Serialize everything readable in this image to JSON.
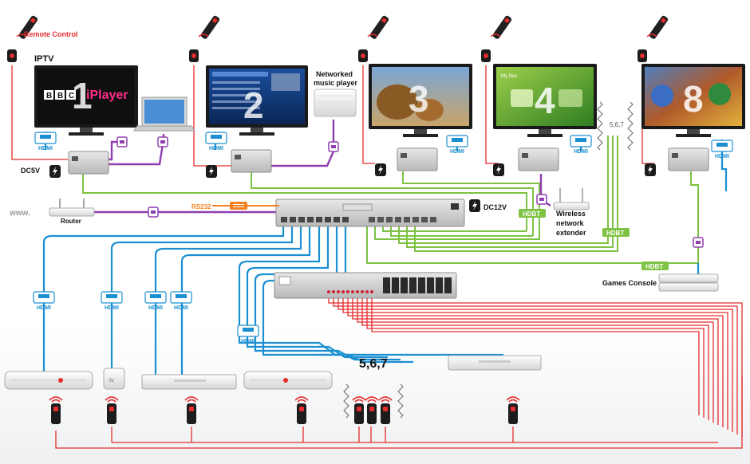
{
  "labels": {
    "remote_control": "Remote Control",
    "iptv": "IPTV",
    "networked_music_player": [
      "Networked",
      "music player"
    ],
    "dc5v": "DC5V",
    "www": "www.",
    "router": "Router",
    "rs232": "RS232",
    "dc12v": "DC12V",
    "wireless_network_extender": [
      "Wireless",
      "network",
      "extender"
    ],
    "games_console": "Games Console",
    "hdbt": "HDBT",
    "hdmi": "HDMI",
    "zones_small": "5,6,7",
    "zones_large": "5,6,7",
    "bbc": "BBC",
    "iplayer": "iPlayer",
    "my_files": "My files",
    "apple_tv": "tv"
  },
  "screens": [
    {
      "number": "1",
      "content": "BBC iPlayer"
    },
    {
      "number": "2",
      "content": "program guide"
    },
    {
      "number": "3",
      "content": "lions"
    },
    {
      "number": "4",
      "content": "media menu"
    },
    {
      "number": "8",
      "content": "movie"
    }
  ],
  "colors": {
    "hdmi_blue": "#1b8fd1",
    "hdbt_green": "#7dc242",
    "ethernet_purple": "#8e3fb0",
    "ir_red": "#e52c2c",
    "rs232_orange": "#f58220"
  }
}
